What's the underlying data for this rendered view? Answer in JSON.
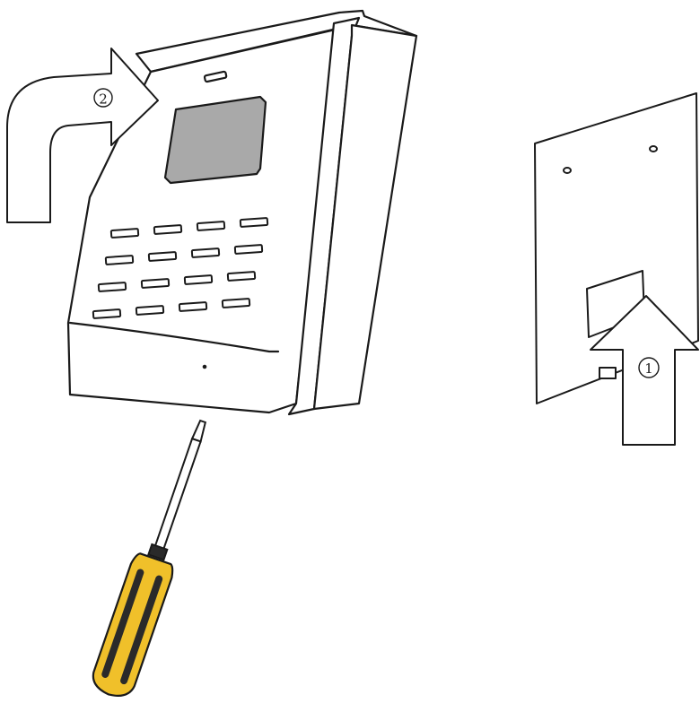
{
  "labels": {
    "step_1": "①",
    "step_2": "②"
  },
  "colors": {
    "line": "#1a1a1a",
    "screen": "#a9a9a9",
    "handle_yellow": "#f0c02a",
    "handle_dark": "#2a2a2a",
    "shaft": "#ffffff"
  },
  "keypad": {
    "rows": 4,
    "columns": 4
  }
}
